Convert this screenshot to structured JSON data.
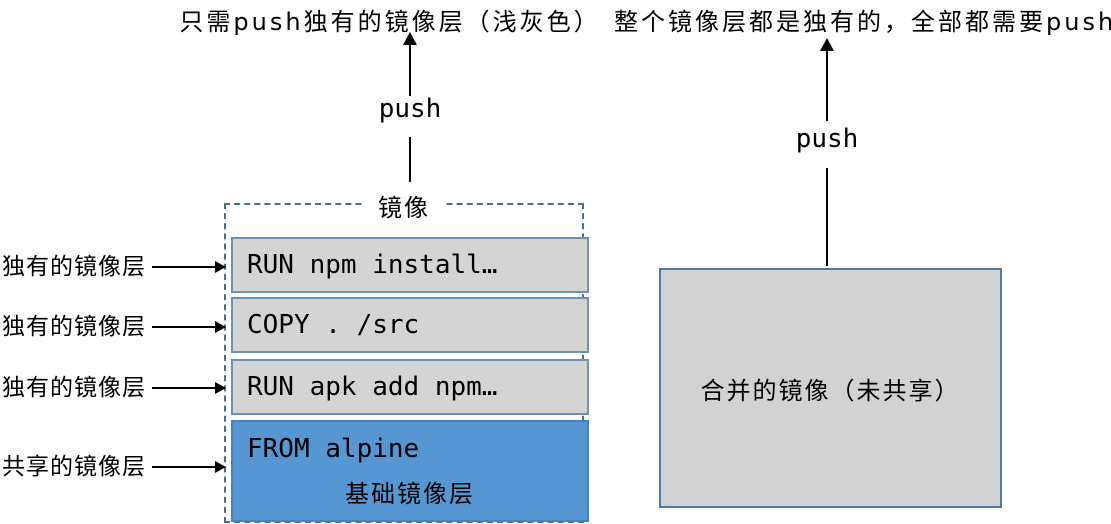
{
  "captions": {
    "left_top": "只需push独有的镜像层（浅灰色）",
    "right_top": "整个镜像层都是独有的，全部都需要push",
    "left_push": "push",
    "right_push": "push"
  },
  "image_box": {
    "title": "镜像",
    "layers": [
      {
        "code": "RUN npm install…"
      },
      {
        "code": "COPY . /src"
      },
      {
        "code": "RUN apk add npm…"
      }
    ],
    "base_layer": {
      "code": "FROM alpine",
      "label": "基础镜像层"
    }
  },
  "side_labels": {
    "unique_1": "独有的镜像层",
    "unique_2": "独有的镜像层",
    "unique_3": "独有的镜像层",
    "shared": "共享的镜像层"
  },
  "merged_box": {
    "label": "合并的镜像（未共享）"
  },
  "colors": {
    "layer_fill": "#d4d4d4",
    "layer_border": "#6e93b2",
    "base_fill": "#5697d3",
    "base_border": "#4584bd",
    "dashed_border": "#44708f",
    "merged_fill": "#d2d2d2",
    "merged_border": "#4d7ba3",
    "arrow": "#000000",
    "background": "#ffffff"
  }
}
